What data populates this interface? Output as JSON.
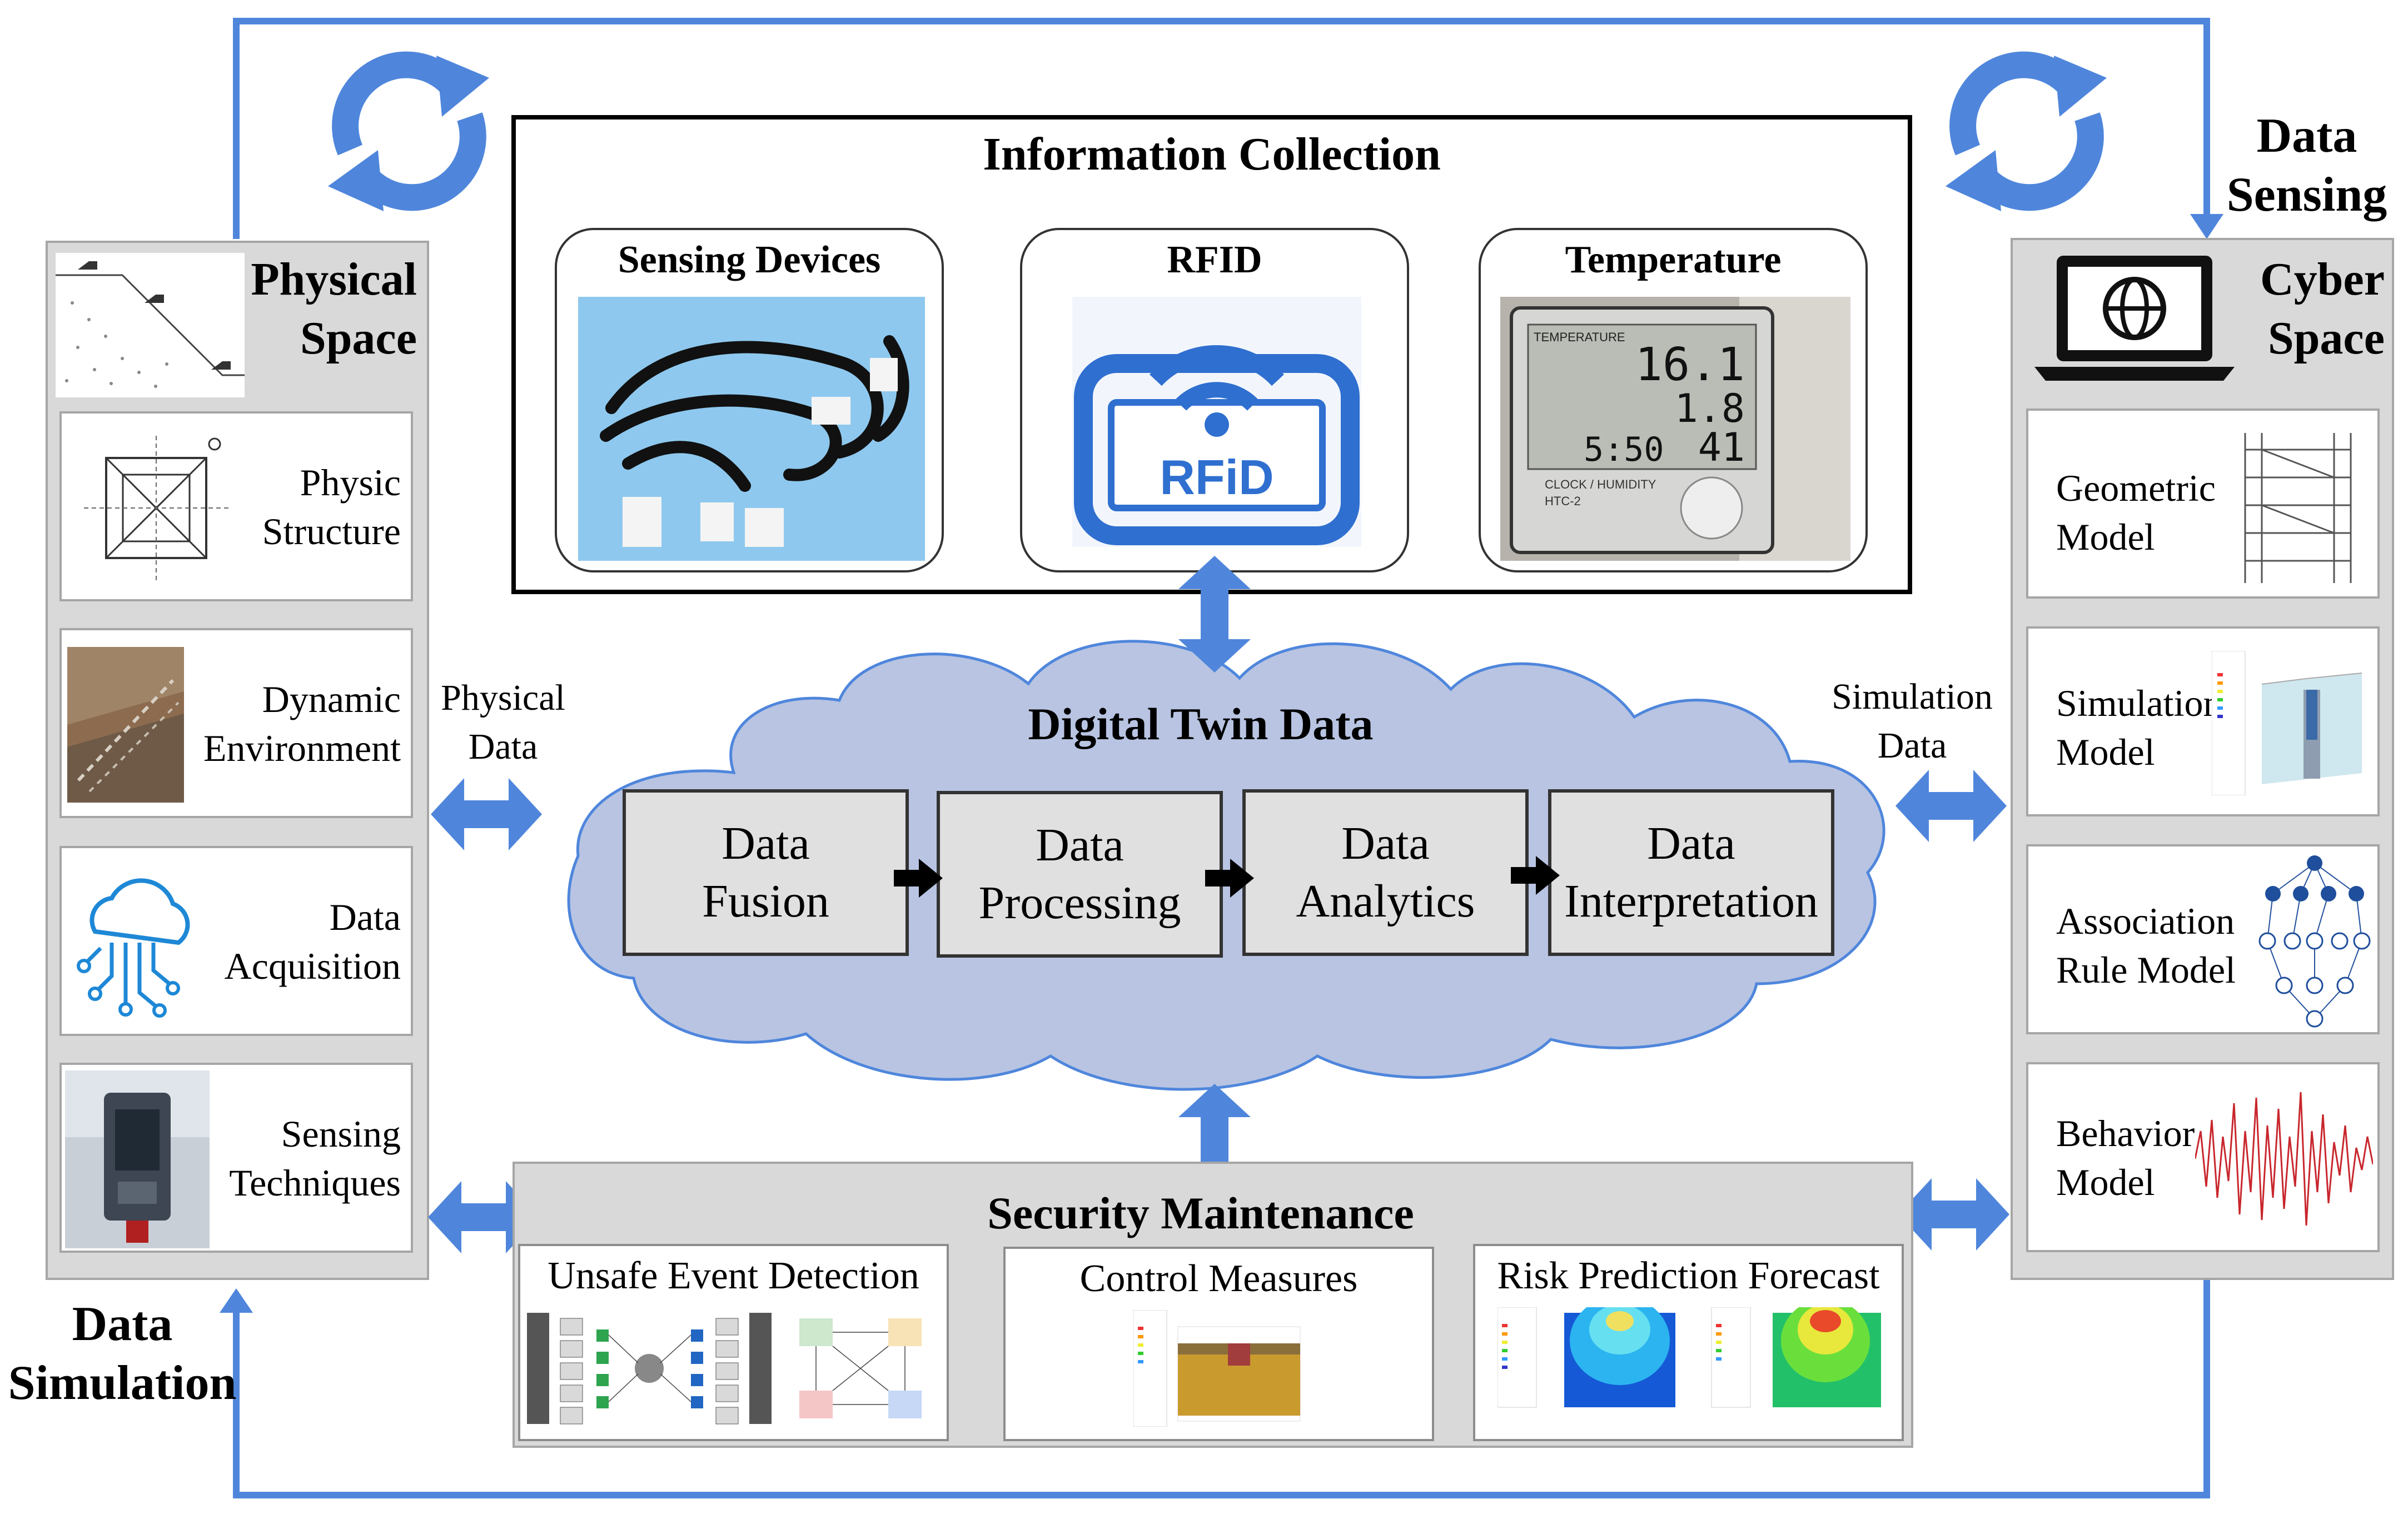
{
  "corner_labels": {
    "data_sensing": [
      "Data",
      "Sensing"
    ],
    "data_simulation": [
      "Data",
      "Simulation"
    ]
  },
  "physical_space": {
    "title": [
      "Physical",
      "Space"
    ],
    "items": [
      {
        "label": [
          "Physic",
          "Structure"
        ]
      },
      {
        "label": [
          "Dynamic",
          "Environment"
        ]
      },
      {
        "label": [
          "Data",
          "Acquisition"
        ]
      },
      {
        "label": [
          "Sensing",
          "Techniques"
        ]
      }
    ]
  },
  "cyber_space": {
    "title": [
      "Cyber",
      "Space"
    ],
    "items": [
      {
        "label": [
          "Geometric",
          "Model"
        ]
      },
      {
        "label": [
          "Simulation",
          "Model"
        ]
      },
      {
        "label": [
          "Association",
          "Rule Model"
        ]
      },
      {
        "label": [
          "Behavior",
          "Model"
        ]
      }
    ]
  },
  "information_collection": {
    "title": "Information Collection",
    "cards": [
      {
        "title": "Sensing Devices"
      },
      {
        "title": "RFID",
        "logo_text": "RFiD"
      },
      {
        "title": "Temperature",
        "display": {
          "header": "TEMPERATURE",
          "temp": "16.1",
          "humidity": "1.8",
          "time": "5:50",
          "pct": "41",
          "footer": "CLOCK / HUMIDITY",
          "model": "HTC-2"
        }
      }
    ]
  },
  "digital_twin": {
    "title": "Digital Twin Data",
    "steps": [
      {
        "label": [
          "Data",
          "Fusion"
        ]
      },
      {
        "label": [
          "Data",
          "Processing"
        ]
      },
      {
        "label": [
          "Data",
          "Analytics"
        ]
      },
      {
        "label": [
          "Data",
          "Interpretation"
        ]
      }
    ]
  },
  "flow_labels": {
    "physical_data": [
      "Physical",
      "Data"
    ],
    "simulation_data": [
      "Simulation",
      "Data"
    ]
  },
  "security_maintenance": {
    "title": "Security Maintenance",
    "cards": [
      {
        "title": "Unsafe Event Detection"
      },
      {
        "title": "Control Measures"
      },
      {
        "title": "Risk Prediction Forecast"
      }
    ]
  },
  "colors": {
    "loop_blue": "#4f86dc",
    "cloud_fill": "#b8c4e2",
    "cloud_stroke": "#4f86dc",
    "panel_grey": "#d9d9d9",
    "box_grey": "#e0e0e0"
  },
  "icons": [
    "refresh-icon",
    "laptop-globe-icon",
    "rfid-icon",
    "cloud-circuit-icon"
  ]
}
